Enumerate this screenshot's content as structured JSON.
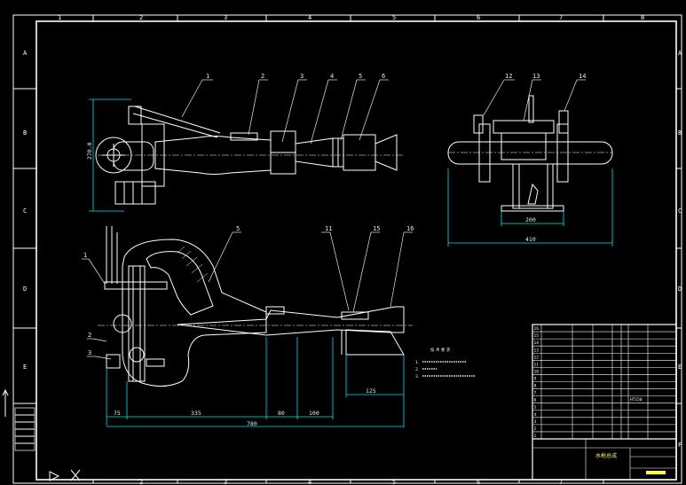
{
  "colors": {
    "background": "#000000",
    "frame": "#ffffff",
    "part": "#ffffff",
    "dimension": "#00e5e5",
    "leader": "#e8e8e8",
    "title_highlight": "#ffff40"
  },
  "frame": {
    "column_labels": [
      "1",
      "2",
      "3",
      "4",
      "5",
      "6",
      "7",
      "8"
    ],
    "row_labels": [
      "A",
      "B",
      "C",
      "D",
      "E",
      "F"
    ]
  },
  "views": {
    "top_view": {
      "height_dim": "270.0",
      "balloons": [
        "1",
        "2",
        "3",
        "4",
        "5",
        "6"
      ]
    },
    "side_view": {
      "balloons": [
        "12",
        "13",
        "14"
      ],
      "dim_inner": "200",
      "dim_outer": "410"
    },
    "front_view": {
      "balloons": [
        "1",
        "2",
        "3",
        "5",
        "11",
        "15",
        "16"
      ],
      "dims_bottom": [
        "75",
        "335",
        "80",
        "100"
      ],
      "dim_overall": "780",
      "dim_right": "125"
    }
  },
  "technical_requirements": {
    "title": "技 术 要 求",
    "items": [
      "1.",
      "2.",
      "3."
    ]
  },
  "parts_list": {
    "row_numbers": [
      "16",
      "15",
      "14",
      "13",
      "12",
      "11",
      "10",
      "9",
      "8",
      "7",
      "6",
      "5",
      "4",
      "3",
      "2",
      "1"
    ],
    "material_note": "HT150"
  },
  "title_block": {
    "drawing_name": "水枪总成"
  },
  "left_strip": {
    "icons": [
      "ucs-axis-icon",
      "paper-space-triangle-icon"
    ]
  }
}
